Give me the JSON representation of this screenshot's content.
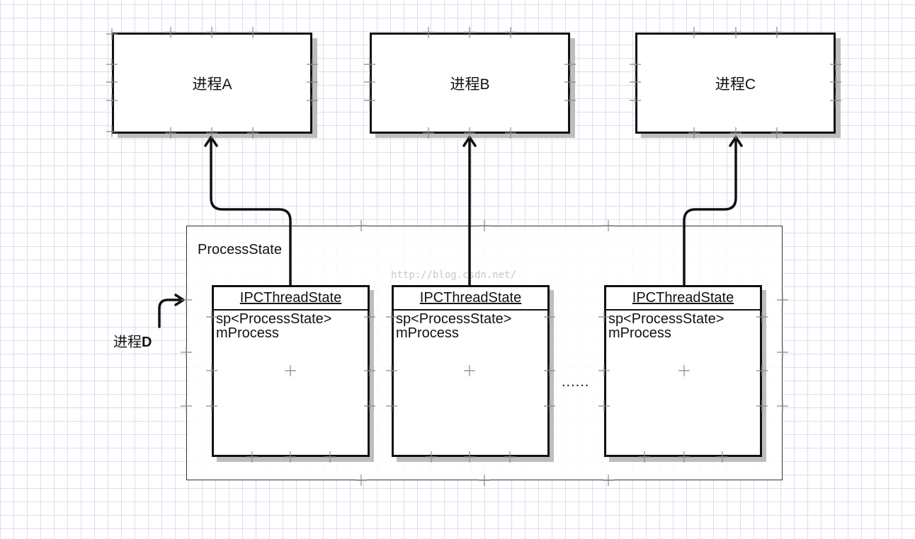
{
  "processes": {
    "a": "进程A",
    "b": "进程B",
    "c": "进程C"
  },
  "container": {
    "label": "ProcessState"
  },
  "ipc_boxes": [
    {
      "title": "IPCThreadState",
      "line1": "sp<ProcessState>",
      "line2": "mProcess"
    },
    {
      "title": "IPCThreadState",
      "line1": "sp<ProcessState>",
      "line2": "mProcess"
    },
    {
      "title": "IPCThreadState",
      "line1": "sp<ProcessState>",
      "line2": "mProcess"
    }
  ],
  "process_d": {
    "prefix": "进程",
    "suffix": "D"
  },
  "ellipsis": "......",
  "watermark": "http://blog.csdn.net/"
}
